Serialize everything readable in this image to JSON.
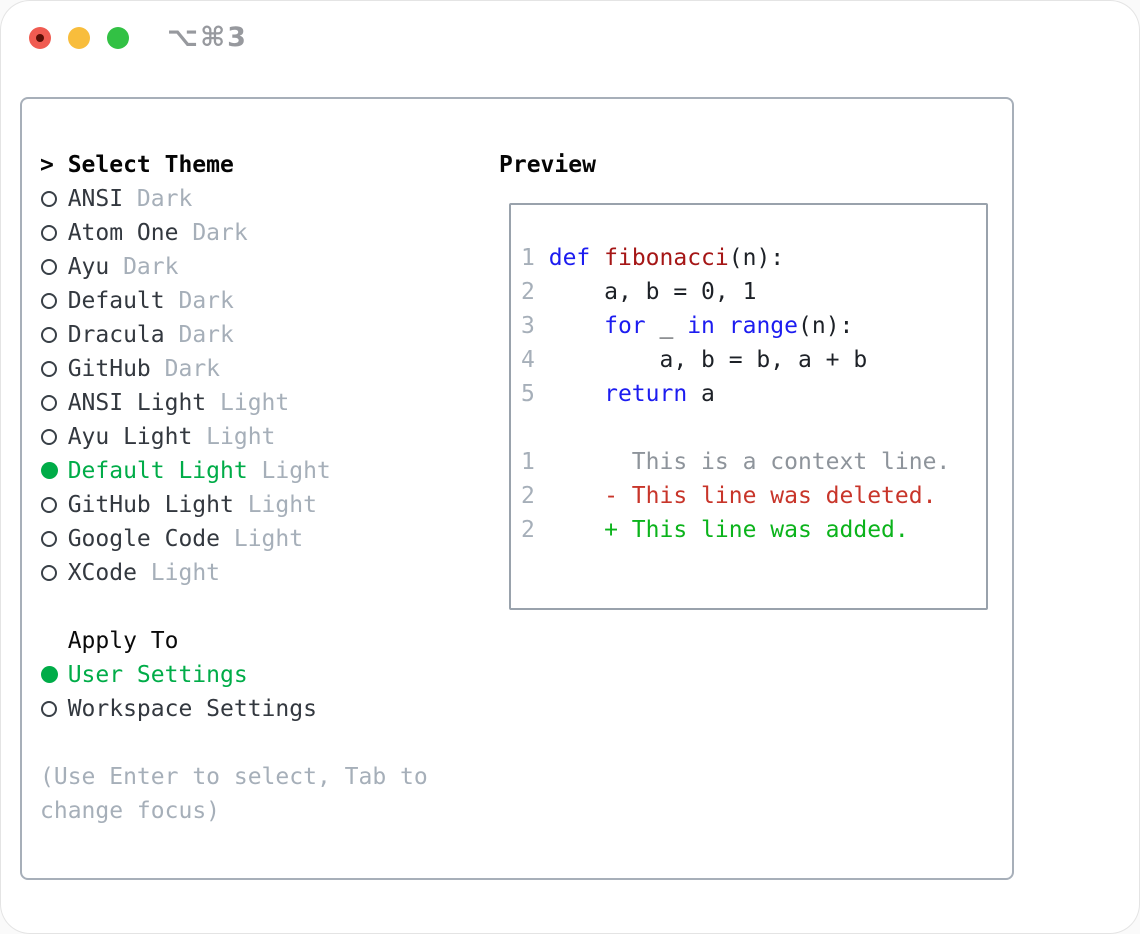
{
  "window": {
    "shortcut": "⌥⌘3",
    "traffic_lights": [
      "close",
      "minimize",
      "zoom"
    ]
  },
  "colors": {
    "selection_green": "#00ac48",
    "added_green": "#0bb31b",
    "deleted_red": "#c8352a",
    "keyword_blue": "#1c1cf0",
    "function_red": "#a51616",
    "muted_gray": "#a6afb9",
    "context_gray": "#8e949b",
    "text_dark": "#33383f",
    "heading_black": "#050505",
    "border_gray": "#a7afb9"
  },
  "theme_picker": {
    "prompt": ">",
    "title": "Select Theme",
    "items": [
      {
        "name": "ANSI",
        "variant": "Dark",
        "selected": false
      },
      {
        "name": "Atom One",
        "variant": "Dark",
        "selected": false
      },
      {
        "name": "Ayu",
        "variant": "Dark",
        "selected": false
      },
      {
        "name": "Default",
        "variant": "Dark",
        "selected": false
      },
      {
        "name": "Dracula",
        "variant": "Dark",
        "selected": false
      },
      {
        "name": "GitHub",
        "variant": "Dark",
        "selected": false
      },
      {
        "name": "ANSI Light",
        "variant": "Light",
        "selected": false
      },
      {
        "name": "Ayu Light",
        "variant": "Light",
        "selected": false
      },
      {
        "name": "Default Light",
        "variant": "Light",
        "selected": true
      },
      {
        "name": "GitHub Light",
        "variant": "Light",
        "selected": false
      },
      {
        "name": "Google Code",
        "variant": "Light",
        "selected": false
      },
      {
        "name": "XCode",
        "variant": "Light",
        "selected": false
      }
    ],
    "apply_to": {
      "title": "Apply To",
      "options": [
        {
          "label": "User Settings",
          "selected": true
        },
        {
          "label": "Workspace Settings",
          "selected": false
        }
      ]
    },
    "help_lines": [
      "(Use Enter to select, Tab to",
      "change focus)"
    ]
  },
  "preview": {
    "title": "Preview",
    "lines": [
      {
        "num": "1",
        "tokens": [
          {
            "t": " ",
            "c": "pl"
          },
          {
            "t": "def",
            "c": "kw"
          },
          {
            "t": " ",
            "c": "pl"
          },
          {
            "t": "fibonacci",
            "c": "fn"
          },
          {
            "t": "(n):",
            "c": "pl"
          }
        ]
      },
      {
        "num": "2",
        "tokens": [
          {
            "t": "     a, b = 0, 1",
            "c": "pl"
          }
        ]
      },
      {
        "num": "3",
        "tokens": [
          {
            "t": "     ",
            "c": "pl"
          },
          {
            "t": "for",
            "c": "kw"
          },
          {
            "t": " _ ",
            "c": "pl"
          },
          {
            "t": "in",
            "c": "kw"
          },
          {
            "t": " ",
            "c": "pl"
          },
          {
            "t": "range",
            "c": "kw"
          },
          {
            "t": "(n):",
            "c": "pl"
          }
        ]
      },
      {
        "num": "4",
        "tokens": [
          {
            "t": "         a, b = b, a + b",
            "c": "pl"
          }
        ]
      },
      {
        "num": "5",
        "tokens": [
          {
            "t": "     ",
            "c": "pl"
          },
          {
            "t": "return",
            "c": "kw"
          },
          {
            "t": " a",
            "c": "pl"
          }
        ]
      },
      {
        "blank": true
      },
      {
        "num": "1",
        "tokens": [
          {
            "t": "       This is a context line.",
            "c": "ctx"
          }
        ]
      },
      {
        "num": "2",
        "tokens": [
          {
            "t": "     - This line was deleted.",
            "c": "del"
          }
        ]
      },
      {
        "num": "2",
        "tokens": [
          {
            "t": "     + This line was added.",
            "c": "add"
          }
        ]
      }
    ]
  }
}
